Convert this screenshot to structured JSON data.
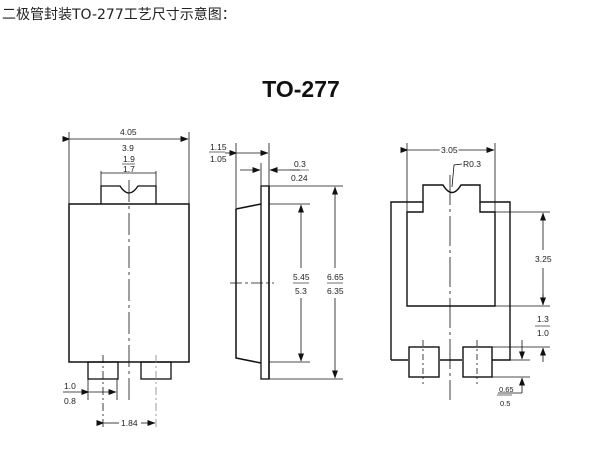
{
  "heading": "二极管封装TO-277工艺尺寸示意图：",
  "diagram": {
    "title": "TO-277",
    "front_view": {
      "overall_width_max": "4.05",
      "overall_width_min": "3.9",
      "tab_width_max": "1.9",
      "tab_width_min": "1.7",
      "lead_width_max": "1.0",
      "lead_width_min": "0.8",
      "lead_pitch": "1.84"
    },
    "side_view": {
      "body_thickness_max": "1.15",
      "body_thickness_min": "1.05",
      "lead_thickness_max": "0.3",
      "lead_thickness_min": "0.24",
      "body_height_max": "5.45",
      "body_height_min": "5.3",
      "overall_height_max": "6.65",
      "overall_height_min": "6.35"
    },
    "bottom_view": {
      "pad_width": "3.05",
      "notch_radius": "R0.3",
      "pad_height": "3.25",
      "gap_max": "1.3",
      "gap_min": "1.0",
      "lead_length_max": "0.65",
      "lead_length_min": "0.5"
    }
  }
}
